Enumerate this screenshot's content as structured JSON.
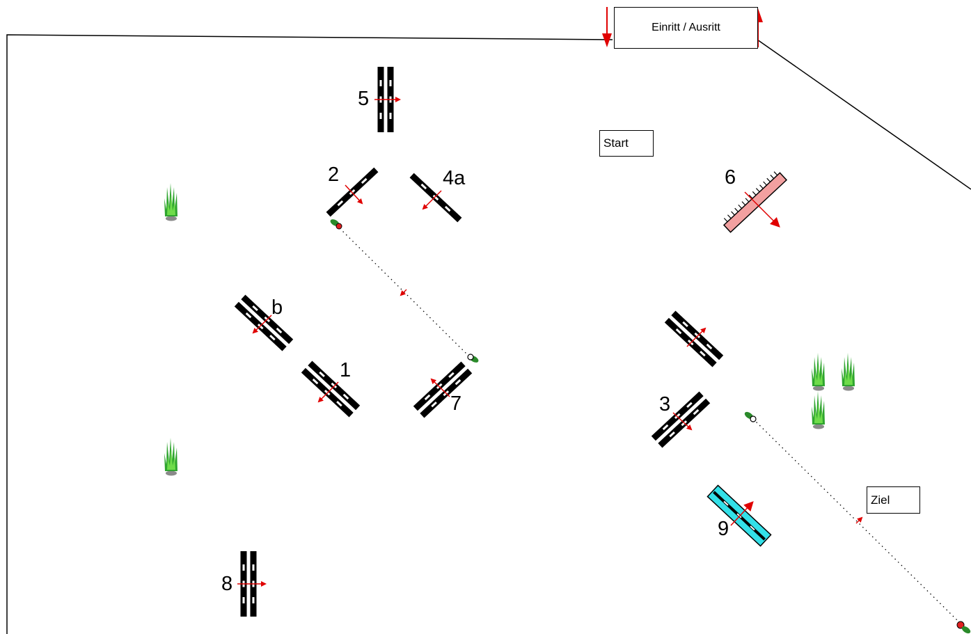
{
  "labels": {
    "entry_exit": "Einritt / Ausritt",
    "start": "Start",
    "finish": "Ziel"
  },
  "obstacles": [
    {
      "label": "1"
    },
    {
      "label": "2"
    },
    {
      "label": "3"
    },
    {
      "label": "4a"
    },
    {
      "label": "b"
    },
    {
      "label": "5"
    },
    {
      "label": "6"
    },
    {
      "label": "7"
    },
    {
      "label": "8"
    },
    {
      "label": "9"
    }
  ],
  "colors": {
    "jump_rail": "#000000",
    "rail_stripe": "#ffffff",
    "direction_arrow": "#e00000",
    "wall_fill": "#f2a0a0",
    "water_fill": "#33e0e8",
    "plant_green": "#2fa52f",
    "fence": "#000000"
  },
  "icons": {
    "plant": "plant-icon",
    "start_marker": "start-marker-icon",
    "finish_marker": "finish-marker-icon"
  }
}
